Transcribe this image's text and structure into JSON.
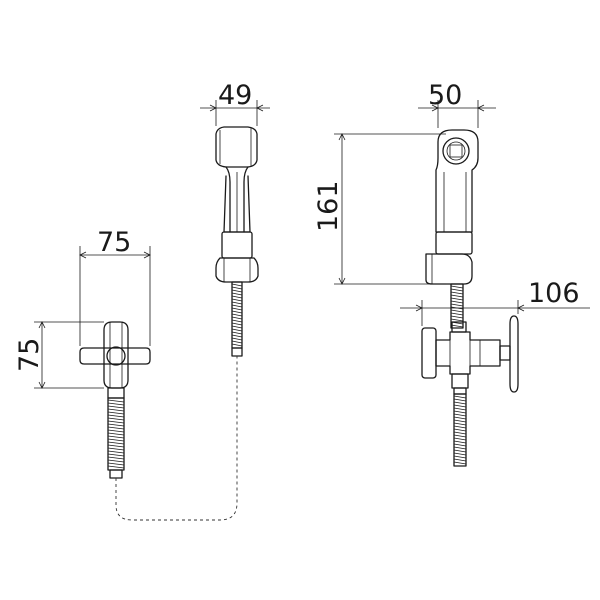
{
  "dimensions": {
    "hand_shower_width": "49",
    "hand_shower_depth": "50",
    "hand_shower_height": "161",
    "valve_handle_width": "75",
    "valve_handle_height": "75",
    "valve_projection": "106"
  },
  "colors": {
    "line": "#1a1a1a",
    "background": "#ffffff"
  }
}
